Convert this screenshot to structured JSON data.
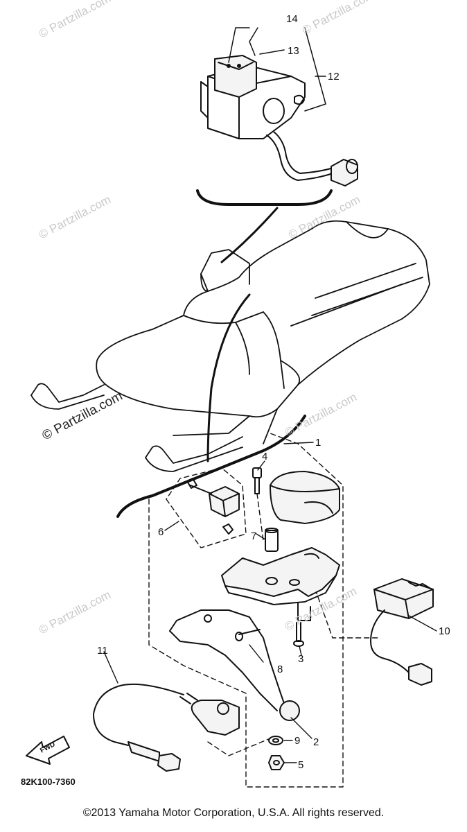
{
  "callouts": {
    "c1": "1",
    "c2": "2",
    "c3": "3",
    "c4": "4",
    "c5": "5",
    "c6": "6",
    "c7": "7",
    "c8": "8",
    "c9": "9",
    "c10": "10",
    "c11": "11",
    "c12": "12",
    "c13": "13",
    "c14": "14"
  },
  "part_code": "82K100-7360",
  "fwd_label": "FWD",
  "watermark": "© Partzilla.com",
  "copyright": "©2013 Yamaha Motor Corporation, U.S.A. All rights reserved."
}
